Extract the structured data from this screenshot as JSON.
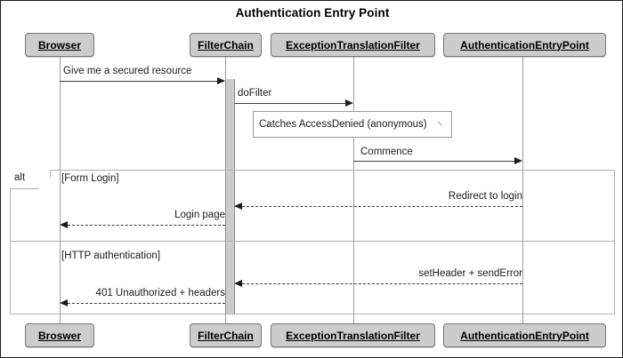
{
  "diagram": {
    "title": "Authentication Entry Point",
    "type": "uml-sequence-diagram"
  },
  "participants": {
    "top": [
      {
        "id": "browser",
        "label": "Browser"
      },
      {
        "id": "filterchain",
        "label": "FilterChain"
      },
      {
        "id": "exceptiontranslationfilter",
        "label": "ExceptionTranslationFilter"
      },
      {
        "id": "authenticationentrypoint",
        "label": "AuthenticationEntryPoint"
      }
    ],
    "bottom": [
      {
        "id": "browser",
        "label": "Broswer"
      },
      {
        "id": "filterchain",
        "label": "FilterChain"
      },
      {
        "id": "exceptiontranslationfilter",
        "label": "ExceptionTranslationFilter"
      },
      {
        "id": "authenticationentrypoint",
        "label": "AuthenticationEntryPoint"
      }
    ]
  },
  "messages": [
    {
      "id": "m1",
      "label": "Give me a secured resource",
      "from": "browser",
      "to": "filterchain",
      "style": "solid",
      "direction": "right"
    },
    {
      "id": "m2",
      "label": "doFilter",
      "from": "filterchain",
      "to": "exceptiontranslationfilter",
      "style": "solid",
      "direction": "right"
    },
    {
      "id": "m3",
      "label": "Commence",
      "from": "exceptiontranslationfilter",
      "to": "authenticationentrypoint",
      "style": "solid",
      "direction": "right"
    },
    {
      "id": "m4",
      "label": "Redirect to login",
      "from": "authenticationentrypoint",
      "to": "filterchain",
      "style": "dashed",
      "direction": "left"
    },
    {
      "id": "m5",
      "label": "Login page",
      "from": "filterchain",
      "to": "browser",
      "style": "dashed",
      "direction": "left"
    },
    {
      "id": "m6",
      "label": "setHeader + sendError",
      "from": "authenticationentrypoint",
      "to": "filterchain",
      "style": "dashed",
      "direction": "left"
    },
    {
      "id": "m7",
      "label": "401 Unauthorized + headers",
      "from": "filterchain",
      "to": "browser",
      "style": "dashed",
      "direction": "left"
    }
  ],
  "notes": [
    {
      "id": "n1",
      "text": "Catches AccessDenied (anonymous)"
    }
  ],
  "fragment": {
    "operator": "alt",
    "guards": [
      {
        "id": "g1",
        "label": "[Form Login]"
      },
      {
        "id": "g2",
        "label": "[HTTP authentication]"
      }
    ]
  },
  "colors": {
    "participant_fill": "#cccccc",
    "participant_border": "#777777",
    "lifeline": "#9a9a9a",
    "activation_fill": "#cccccc",
    "message_line": "#3a3a3a",
    "frame_border": "#b0b0b0",
    "note_border": "#9a9a9a",
    "canvas_border": "#1b1b1b",
    "text": "#000000"
  }
}
